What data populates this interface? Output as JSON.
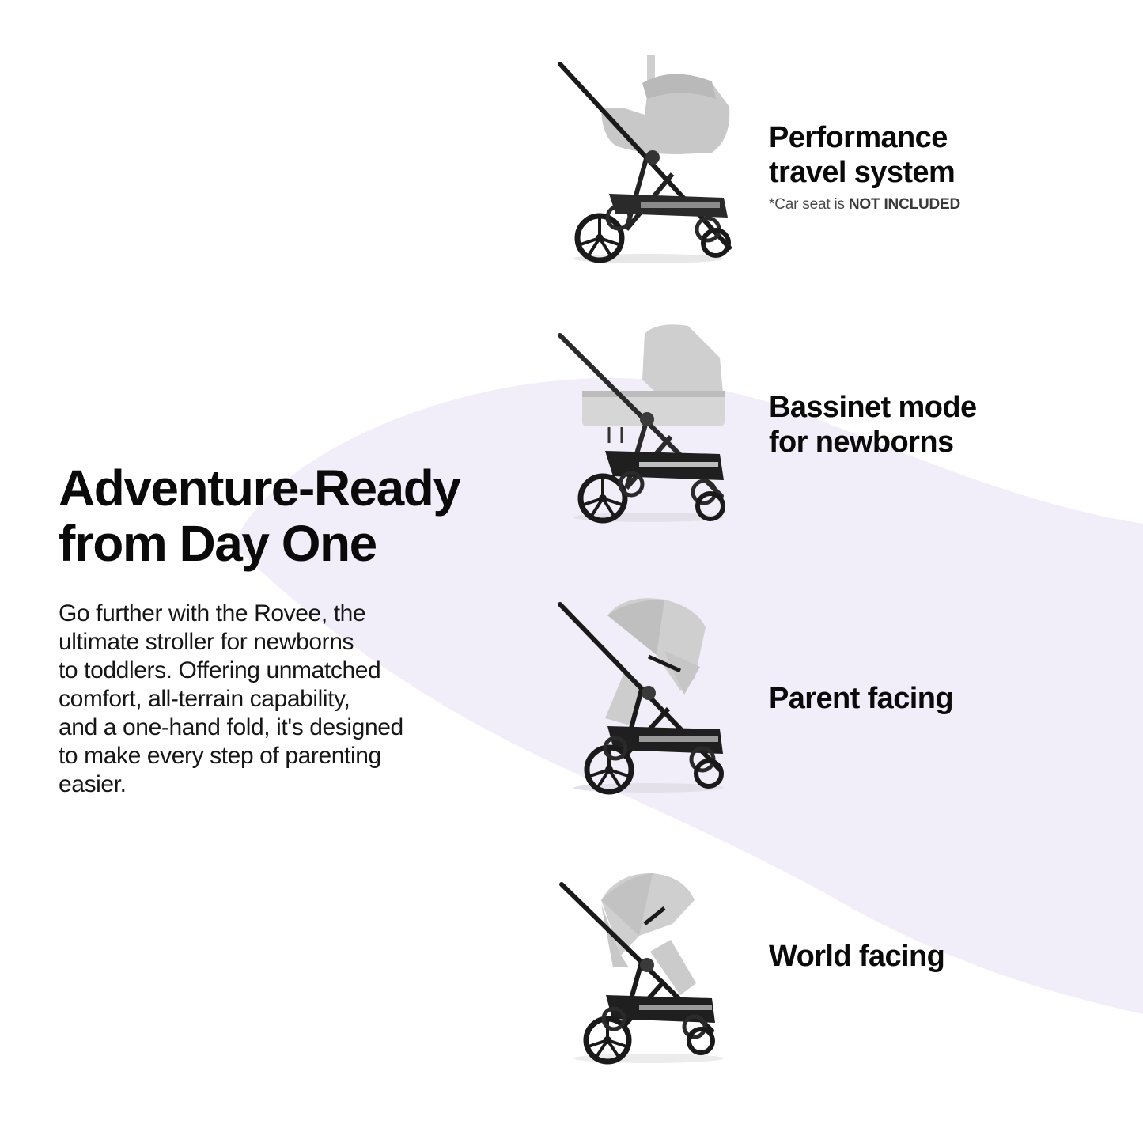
{
  "colors": {
    "background": "#ffffff",
    "swoosh": "#f1edf9",
    "text_primary": "#0a0a0a",
    "note_text": "#4a4a4a",
    "stroller_fabric": "#c9c9c9",
    "stroller_frame": "#1a1a1a"
  },
  "hero": {
    "title_line1": "Adventure-Ready",
    "title_line2": "from Day One",
    "body_lines": [
      "Go further with the Rovee, the",
      "ultimate stroller for newborns",
      "to toddlers. Offering unmatched",
      "comfort, all-terrain capability,",
      "and a one-hand fold, it's designed",
      "to make every step of parenting",
      "easier."
    ]
  },
  "modes": [
    {
      "title_line1": "Performance",
      "title_line2": "travel system",
      "note_prefix": "*Car seat is ",
      "note_bold": "NOT INCLUDED",
      "image": "stroller-with-infant-car-seat"
    },
    {
      "title_line1": "Bassinet mode",
      "title_line2": "for newborns",
      "image": "stroller-with-bassinet"
    },
    {
      "title_line1": "Parent facing",
      "image": "stroller-seat-parent-facing"
    },
    {
      "title_line1": "World facing",
      "image": "stroller-seat-world-facing"
    }
  ]
}
